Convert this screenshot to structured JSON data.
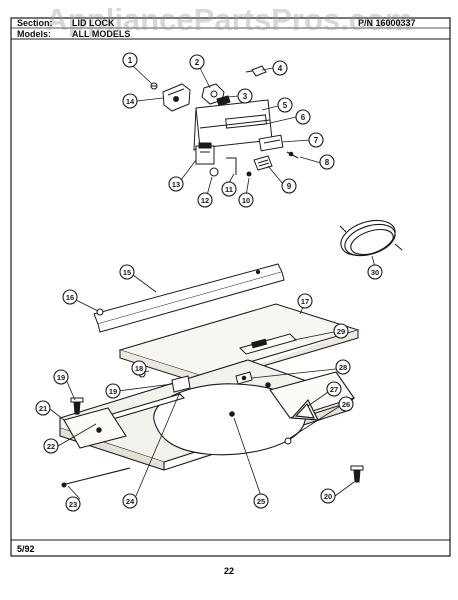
{
  "header": {
    "section_label": "Section:",
    "section_value": "LID LOCK",
    "part_number": "P/N 16000337",
    "models_label": "Models:",
    "models_value": "ALL MODELS"
  },
  "watermark": "AppliancePartsPros.com",
  "footer": {
    "date": "5/92",
    "page": "22"
  },
  "callouts": [
    "1",
    "2",
    "3",
    "4",
    "5",
    "6",
    "7",
    "8",
    "9",
    "10",
    "11",
    "12",
    "13",
    "14",
    "15",
    "16",
    "17",
    "18",
    "19",
    "19",
    "20",
    "21",
    "22",
    "23",
    "24",
    "25",
    "26",
    "27",
    "28",
    "29",
    "30"
  ],
  "colors": {
    "ink": "#1a1a1a",
    "panel_fill": "#f3f1ec",
    "watermark": "#969696"
  }
}
